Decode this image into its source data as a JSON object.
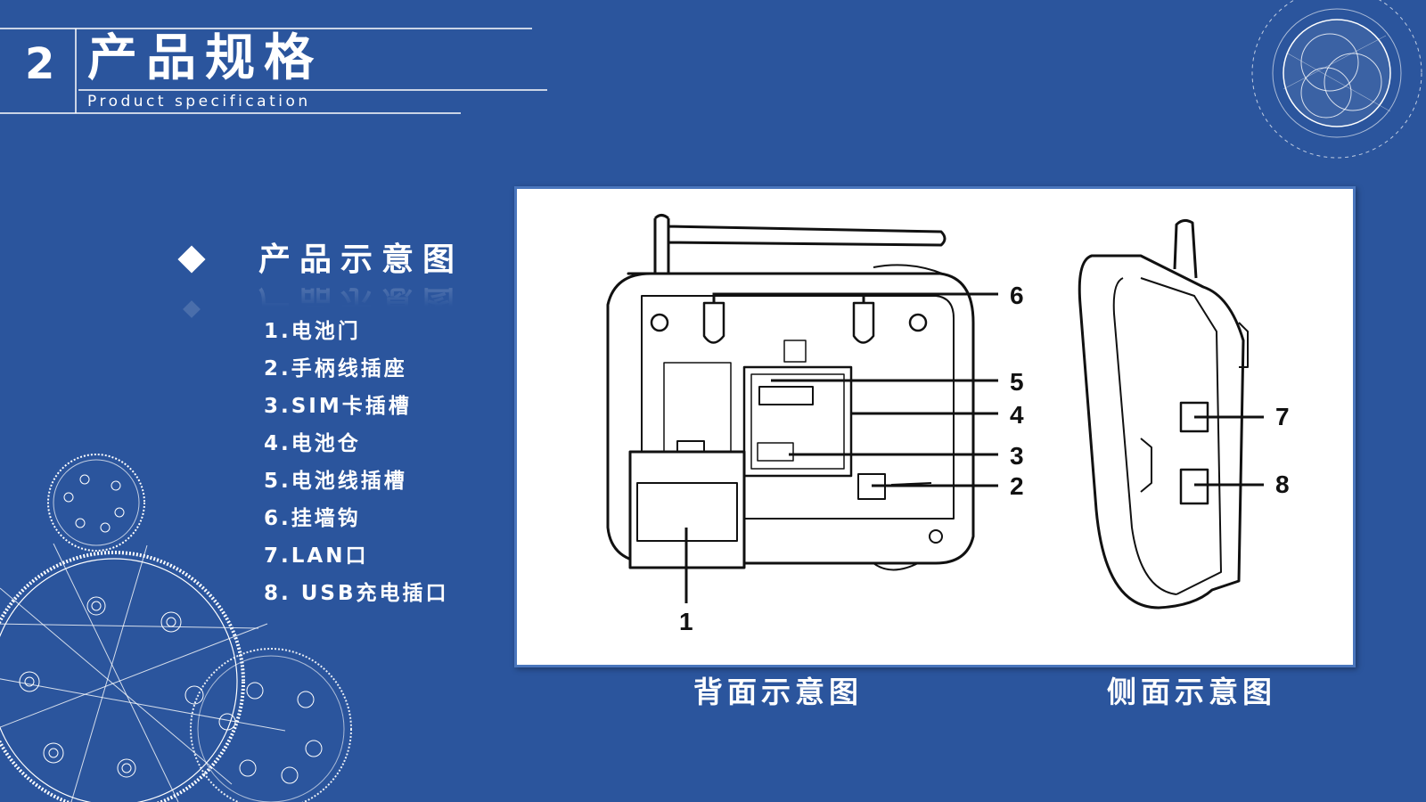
{
  "header": {
    "number": "2",
    "title": "产品规格",
    "subtitle": "Product specification"
  },
  "section": {
    "title": "产品示意图"
  },
  "parts": [
    "1.电池门",
    "2.手柄线插座",
    "3.SIM卡插槽",
    "4.电池仓",
    "5.电池线插槽",
    "6.挂墙钩",
    "7.LAN口",
    "8. USB充电插口"
  ],
  "diagram": {
    "callouts": [
      "6",
      "5",
      "4",
      "3",
      "2",
      "1",
      "7",
      "8"
    ],
    "captions": {
      "back": "背面示意图",
      "side": "侧面示意图"
    }
  },
  "colors": {
    "background": "#2b559d",
    "panel_border": "#4a76bd",
    "text": "#ffffff"
  }
}
